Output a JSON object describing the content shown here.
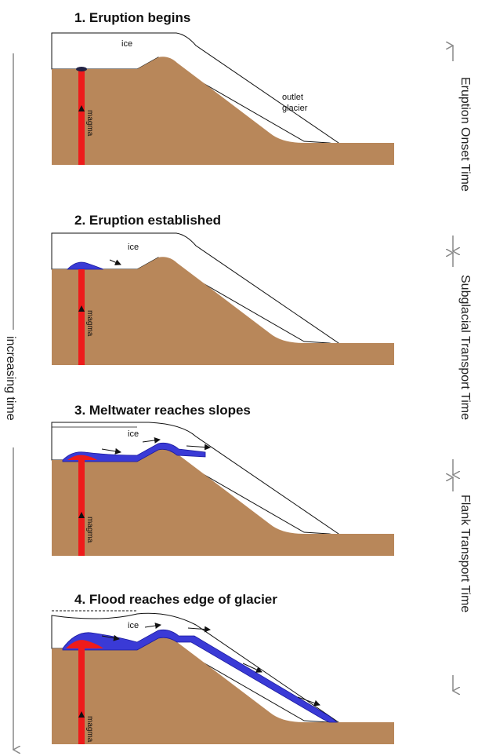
{
  "panels": [
    {
      "title": "1.  Eruption begins",
      "ice_label": "ice",
      "glacier_label": "outlet\nglacier",
      "magma_label": "magma"
    },
    {
      "title": "2.  Eruption established",
      "ice_label": "ice",
      "magma_label": "magma"
    },
    {
      "title": "3.  Meltwater reaches slopes",
      "ice_label": "ice",
      "magma_label": "magma"
    },
    {
      "title": "4.  Flood reaches edge of glacier",
      "ice_label": "ice",
      "magma_label": "magma"
    }
  ],
  "time_axis": {
    "label": "increasing time"
  },
  "phases": [
    {
      "label": "Eruption Onset Time"
    },
    {
      "label": "Subglacial Transport Time"
    },
    {
      "label": "Flank Transport Time"
    }
  ],
  "colors": {
    "ground": "#b8875a",
    "magma": "#ee1b1b",
    "water": "#3a3ad6",
    "ice": "#ffffff"
  }
}
